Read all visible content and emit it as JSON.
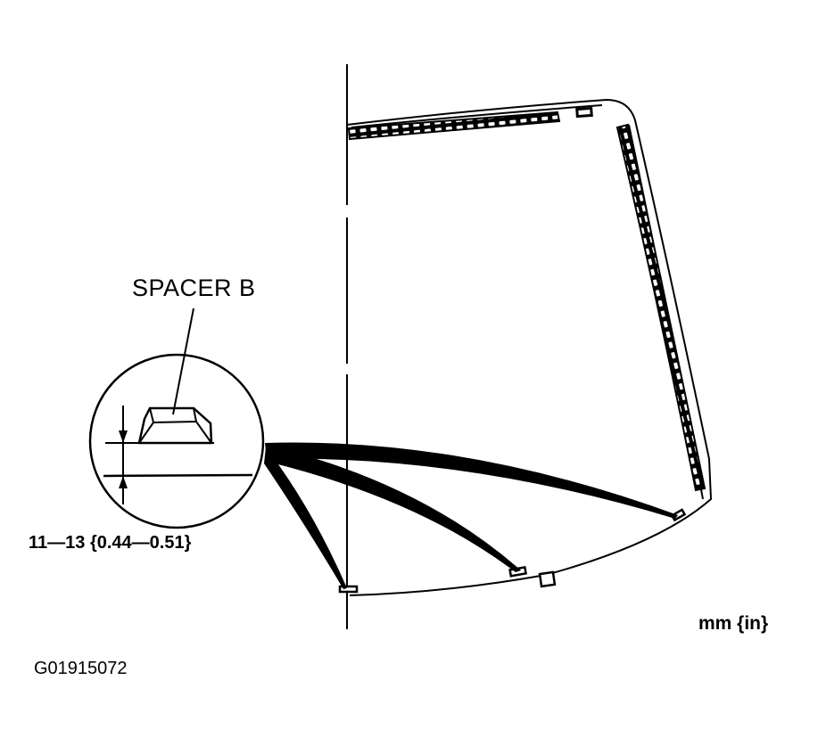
{
  "diagram": {
    "subject": "Windshield spacer installation",
    "labels": {
      "spacer": "SPACER B",
      "dimension": "11—13 {0.44—0.51}",
      "units": "mm {in}",
      "figure_id": "G01915072"
    },
    "callouts": [
      {
        "name": "detail-circle",
        "points_to": "spacer-b positions along lower windshield edge",
        "count": 3
      }
    ],
    "colors": {
      "line": "#000000",
      "background": "#ffffff"
    }
  }
}
